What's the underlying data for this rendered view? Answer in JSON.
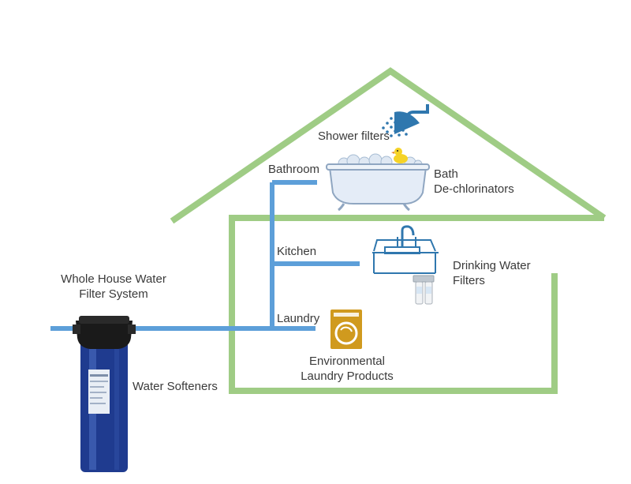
{
  "labels": {
    "shower": "Shower filters",
    "bathroom": "Bathroom",
    "bath_line1": "Bath",
    "bath_line2": "De-chlorinators",
    "kitchen": "Kitchen",
    "drinking_line1": "Drinking Water",
    "drinking_line2": "Filters",
    "laundry": "Laundry",
    "whole_house_line1": "Whole House Water",
    "whole_house_line2": "Filter System",
    "env_line1": "Environmental",
    "env_line2": "Laundry Products",
    "softeners": "Water Softeners"
  },
  "icons": {
    "shower": "shower-head-icon",
    "bathtub": "bathtub-icon",
    "duck": "rubber-duck-icon",
    "sink": "kitchen-sink-icon",
    "drinking_filter": "drinking-water-filter-icon",
    "washer": "washing-machine-icon",
    "housing": "filter-housing-icon"
  },
  "colors": {
    "house": "#9fcc85",
    "pipe": "#5d9fd9",
    "icon_blue": "#2f77ae",
    "washer": "#d09a1e",
    "filter_blue": "#1f3b8f",
    "cap": "#1a1a1a"
  }
}
